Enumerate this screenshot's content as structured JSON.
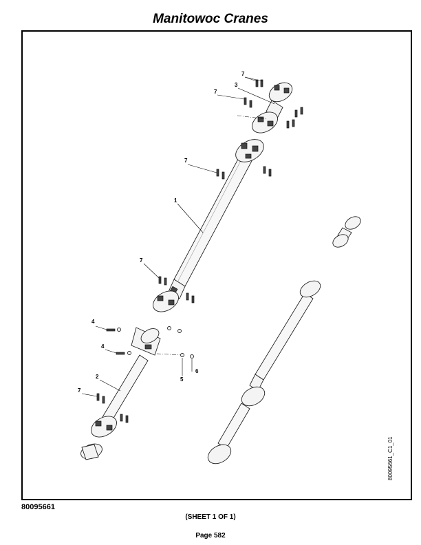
{
  "header": {
    "title": "Manitowoc Cranes"
  },
  "footer": {
    "document_number": "80095661",
    "sheet": "(SHEET 1 OF 1)",
    "page": "Page 582"
  },
  "drawing": {
    "drawing_id": "80095661_C1_01",
    "callouts": [
      "1",
      "2",
      "3",
      "4",
      "5",
      "6",
      "7"
    ]
  }
}
